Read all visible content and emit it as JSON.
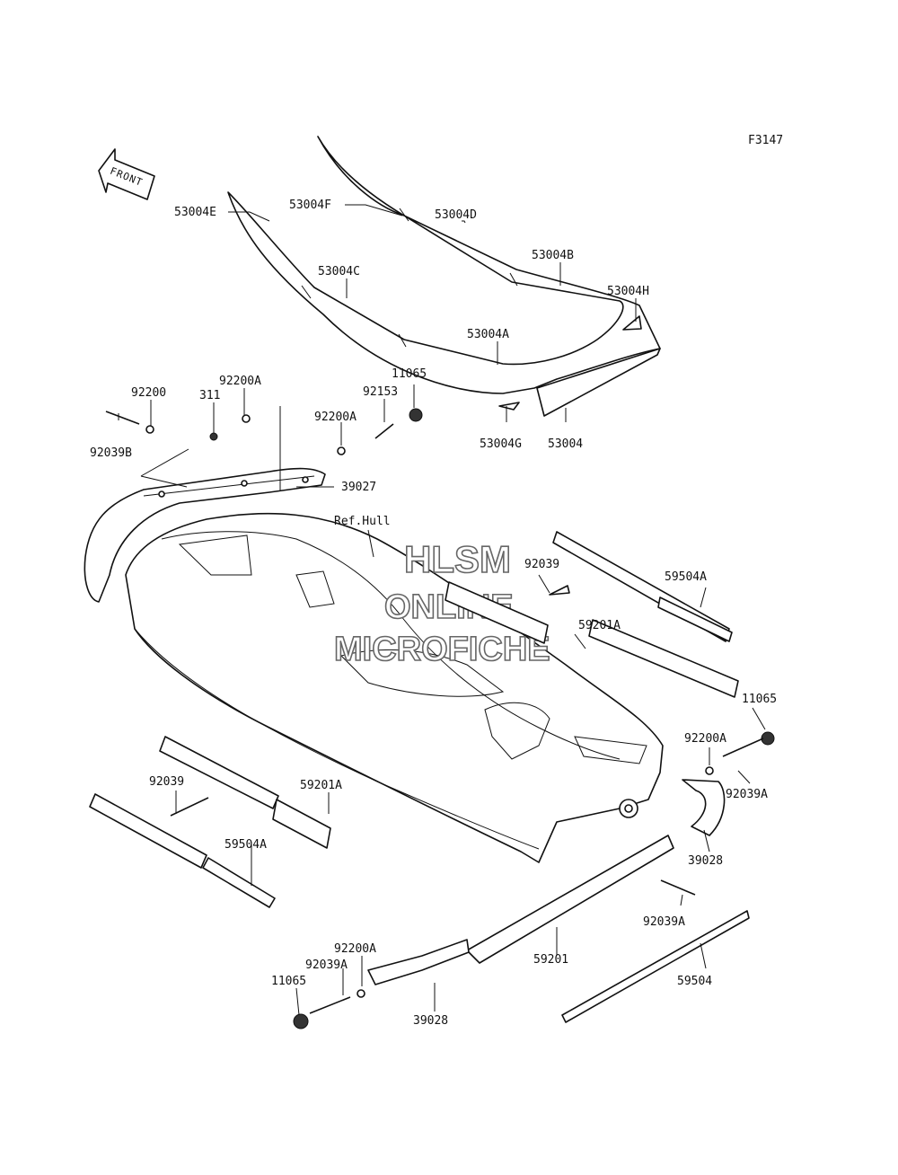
{
  "diagram": {
    "figure_code": "F3147",
    "front_label": "FRONT",
    "watermark": [
      "HLSM",
      "ONLINE",
      "MICROFICHE"
    ],
    "callouts": [
      {
        "id": "c-53004F",
        "text": "53004F"
      },
      {
        "id": "c-53004D",
        "text": "53004D"
      },
      {
        "id": "c-53004E",
        "text": "53004E"
      },
      {
        "id": "c-53004B",
        "text": "53004B"
      },
      {
        "id": "c-53004C",
        "text": "53004C"
      },
      {
        "id": "c-53004H",
        "text": "53004H"
      },
      {
        "id": "c-53004A",
        "text": "53004A"
      },
      {
        "id": "c-53004G",
        "text": "53004G"
      },
      {
        "id": "c-53004",
        "text": "53004"
      },
      {
        "id": "c-92200A-1",
        "text": "92200A"
      },
      {
        "id": "c-92200-1",
        "text": "92200"
      },
      {
        "id": "c-311",
        "text": "311"
      },
      {
        "id": "c-11065-1",
        "text": "11065"
      },
      {
        "id": "c-92153",
        "text": "92153"
      },
      {
        "id": "c-92200A-2",
        "text": "92200A"
      },
      {
        "id": "c-92039B",
        "text": "92039B"
      },
      {
        "id": "c-39027",
        "text": "39027"
      },
      {
        "id": "c-refhull",
        "text": "Ref.Hull"
      },
      {
        "id": "c-92039-1",
        "text": "92039"
      },
      {
        "id": "c-59504A-1",
        "text": "59504A"
      },
      {
        "id": "c-59201A-1",
        "text": "59201A"
      },
      {
        "id": "c-11065-2",
        "text": "11065"
      },
      {
        "id": "c-92200A-3",
        "text": "92200A"
      },
      {
        "id": "c-92039A-1",
        "text": "92039A"
      },
      {
        "id": "c-92039-2",
        "text": "92039"
      },
      {
        "id": "c-59201A-2",
        "text": "59201A"
      },
      {
        "id": "c-39028-1",
        "text": "39028"
      },
      {
        "id": "c-59504A-2",
        "text": "59504A"
      },
      {
        "id": "c-92039A-2",
        "text": "92039A"
      },
      {
        "id": "c-92200A-4",
        "text": "92200A"
      },
      {
        "id": "c-92039A-3",
        "text": "92039A"
      },
      {
        "id": "c-59201",
        "text": "59201"
      },
      {
        "id": "c-11065-3",
        "text": "11065"
      },
      {
        "id": "c-59504",
        "text": "59504"
      },
      {
        "id": "c-39028-2",
        "text": "39028"
      }
    ]
  }
}
